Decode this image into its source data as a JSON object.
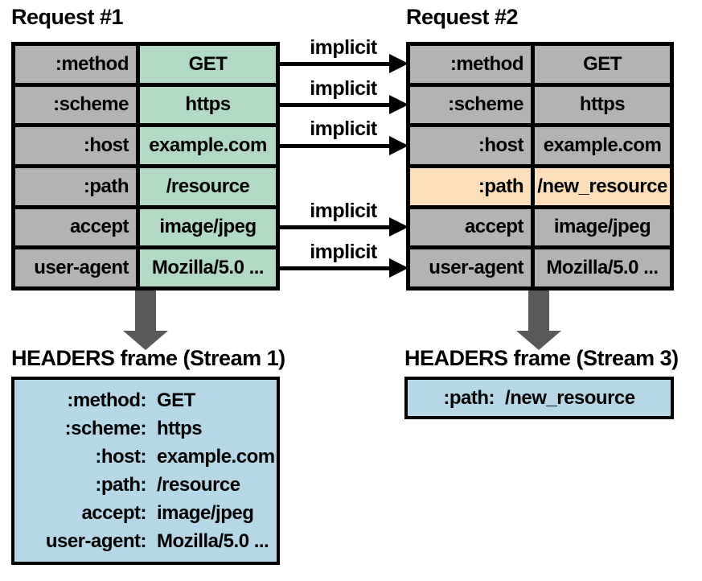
{
  "request1": {
    "title": "Request #1",
    "rows": [
      {
        "key": ":method",
        "value": "GET"
      },
      {
        "key": ":scheme",
        "value": "https"
      },
      {
        "key": ":host",
        "value": "example.com"
      },
      {
        "key": ":path",
        "value": "/resource"
      },
      {
        "key": "accept",
        "value": "image/jpeg"
      },
      {
        "key": "user-agent",
        "value": "Mozilla/5.0 ..."
      }
    ]
  },
  "request2": {
    "title": "Request #2",
    "rows": [
      {
        "key": ":method",
        "value": "GET",
        "changed": false
      },
      {
        "key": ":scheme",
        "value": "https",
        "changed": false
      },
      {
        "key": ":host",
        "value": "example.com",
        "changed": false
      },
      {
        "key": ":path",
        "value": "/new_resource",
        "changed": true
      },
      {
        "key": "accept",
        "value": "image/jpeg",
        "changed": false
      },
      {
        "key": "user-agent",
        "value": "Mozilla/5.0 ...",
        "changed": false
      }
    ]
  },
  "arrows": [
    {
      "label": "implicit",
      "from_row": ":method"
    },
    {
      "label": "implicit",
      "from_row": ":scheme"
    },
    {
      "label": "implicit",
      "from_row": ":host"
    },
    {
      "label": "implicit",
      "from_row": "accept"
    },
    {
      "label": "implicit",
      "from_row": "user-agent"
    }
  ],
  "frame1": {
    "title": "HEADERS frame (Stream 1)",
    "lines": [
      {
        "key": ":method:",
        "value": "GET"
      },
      {
        "key": ":scheme:",
        "value": "https"
      },
      {
        "key": ":host:",
        "value": "example.com"
      },
      {
        "key": ":path:",
        "value": "/resource"
      },
      {
        "key": "accept:",
        "value": "image/jpeg"
      },
      {
        "key": "user-agent:",
        "value": "Mozilla/5.0 ..."
      }
    ]
  },
  "frame3": {
    "title": "HEADERS frame (Stream 3)",
    "lines": [
      {
        "key": ":path:",
        "value": "/new_resource"
      }
    ]
  },
  "colors": {
    "unchanged_value_bg": "#b2d9c3",
    "header_cell_bg": "#b3b3b3",
    "changed_bg": "#fcdfba",
    "frame_box_bg": "#b5d7e8",
    "down_arrow": "#595959",
    "border": "#000000"
  }
}
